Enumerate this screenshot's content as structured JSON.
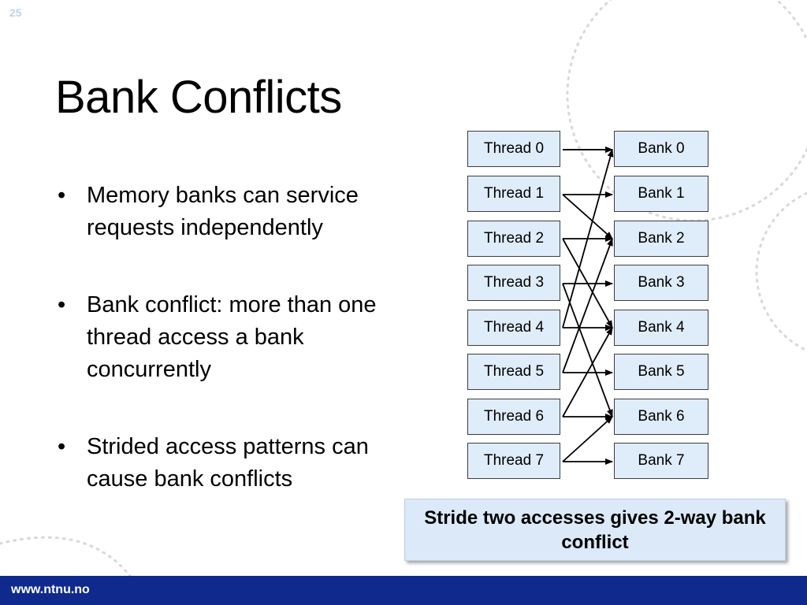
{
  "slide": {
    "number": "25",
    "title": "Bank Conflicts",
    "bullets": [
      "Memory banks can service requests independently",
      "Bank conflict: more than one thread access a bank concurrently",
      "Strided access patterns can cause bank conflicts"
    ],
    "caption": "Stride two accesses gives 2-way bank conflict"
  },
  "diagram": {
    "threads": [
      "Thread 0",
      "Thread 1",
      "Thread 2",
      "Thread 3",
      "Thread 4",
      "Thread 5",
      "Thread 6",
      "Thread 7"
    ],
    "banks": [
      "Bank 0",
      "Bank 1",
      "Bank 2",
      "Bank 3",
      "Bank 4",
      "Bank 5",
      "Bank 6",
      "Bank 7"
    ],
    "stride_two_mapping": [
      [
        0,
        0
      ],
      [
        1,
        2
      ],
      [
        2,
        4
      ],
      [
        3,
        6
      ],
      [
        4,
        0
      ],
      [
        5,
        2
      ],
      [
        6,
        4
      ],
      [
        7,
        6
      ]
    ],
    "direct_mapping": [
      [
        0,
        0
      ],
      [
        1,
        1
      ],
      [
        2,
        2
      ],
      [
        3,
        3
      ],
      [
        4,
        4
      ],
      [
        5,
        5
      ],
      [
        6,
        6
      ],
      [
        7,
        7
      ]
    ]
  },
  "footer": {
    "url": "www.ntnu.no"
  },
  "colors": {
    "box_fill": "#dfecfa",
    "caption_fill": "#dbe9f8",
    "footer_bar": "#0f2a8c",
    "slide_number": "#b8d4ea",
    "decoration": "#d6d6d6"
  }
}
